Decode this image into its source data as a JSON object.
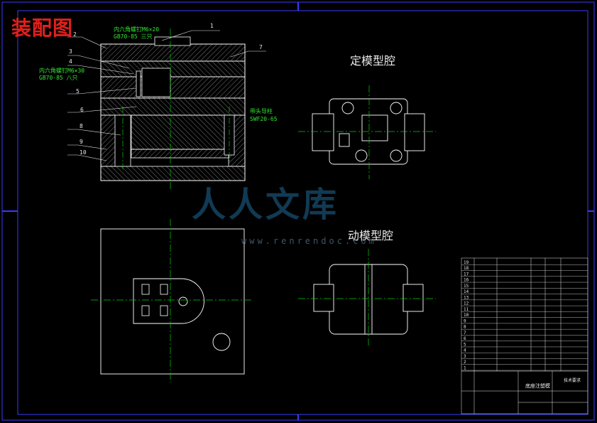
{
  "title": "装配图",
  "views": {
    "fixed_cavity": "定模型腔",
    "moving_cavity": "动模型腔"
  },
  "watermark": {
    "text": "人人文库",
    "url": "www.renrendoc.com"
  },
  "callouts": [
    "1",
    "2",
    "3",
    "4",
    "5",
    "6",
    "7",
    "8",
    "9",
    "10"
  ],
  "notes": {
    "screw_top_1": "内六角螺钉M6×20",
    "screw_top_2": "GB70-85 三只",
    "screw_left_1": "内六角螺钉M6×30",
    "screw_left_2": "GB70-85 八只",
    "guide_1": "带头导柱",
    "guide_2": "SWF20-65"
  },
  "parts_table_numbers": [
    "19",
    "18",
    "17",
    "16",
    "15",
    "14",
    "13",
    "12",
    "11",
    "10",
    "9",
    "8",
    "7",
    "6",
    "5",
    "4",
    "3",
    "2",
    "1"
  ],
  "title_block": {
    "drawing_name": "底座注塑模",
    "company": "技术要求"
  },
  "colors": {
    "background": "#000000",
    "frame": "#3a3aff",
    "outline": "#ffffff",
    "centerline": "#00d000",
    "title": "#e0201c",
    "note": "#33e833",
    "table_accent": "#e000e0"
  }
}
